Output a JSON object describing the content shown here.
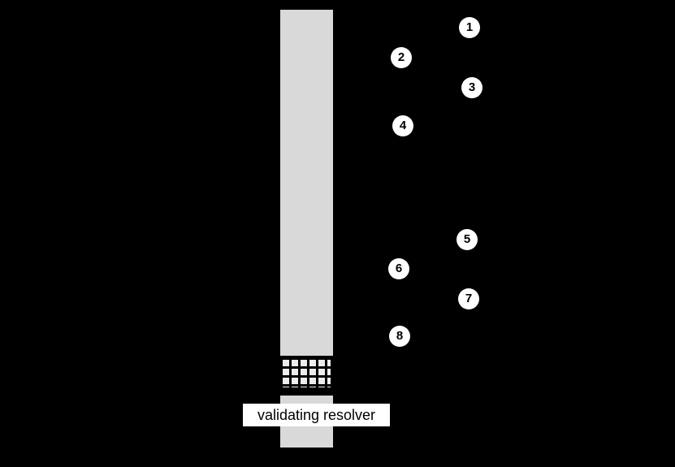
{
  "diagram": {
    "label": "validating resolver",
    "steps": [
      {
        "label": "1"
      },
      {
        "label": "2"
      },
      {
        "label": "3"
      },
      {
        "label": "4"
      },
      {
        "label": "5"
      },
      {
        "label": "6"
      },
      {
        "label": "7"
      },
      {
        "label": "8"
      }
    ],
    "colors": {
      "background": "#000000",
      "column": "#d9d9d9",
      "marker_fill": "#ffffff",
      "marker_text": "#000000",
      "label_background": "#ffffff",
      "label_text": "#000000"
    }
  }
}
